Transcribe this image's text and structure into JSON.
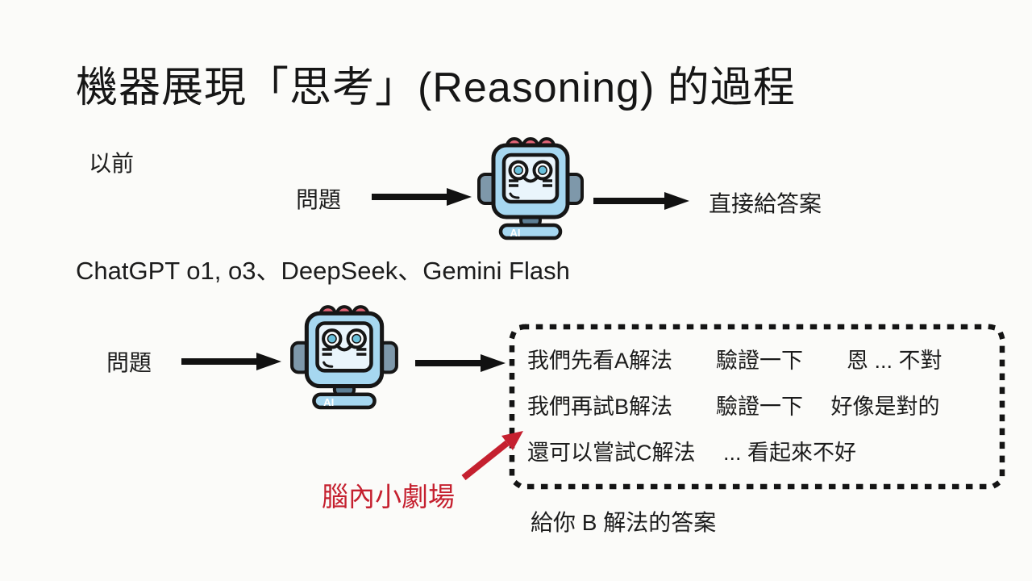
{
  "page": {
    "background": "#fbfbf9",
    "text_color": "#1c1c1c"
  },
  "title": "機器展現「思考」(Reasoning) 的過程",
  "section_before": {
    "era_label": "以前",
    "input_label": "問題",
    "output_label": "直接給答案"
  },
  "models_line": "ChatGPT o1, o3、DeepSeek、Gemini Flash",
  "section_reasoning": {
    "input_label": "問題",
    "thought_lines": [
      "我們先看A解法　　驗證一下　　恩 ... 不對",
      "我們再試B解法　　驗證一下　 好像是對的",
      "還可以嘗試C解法　 ... 看起來不好"
    ],
    "annotation": "腦內小劇場",
    "final_answer": "給你 B 解法的答案"
  },
  "robot": {
    "label": "AI",
    "body_color": "#a6d7f0",
    "screen_color": "#eaf5fc",
    "ear_color": "#7e98aa",
    "neck_color": "#5d7f95",
    "bump_color": "#e26476",
    "eye_color": "#6ac0db",
    "outline_color": "#161616"
  },
  "colors": {
    "arrow_black": "#111111",
    "annotation_red": "#c5202f",
    "box_border": "#141414"
  }
}
